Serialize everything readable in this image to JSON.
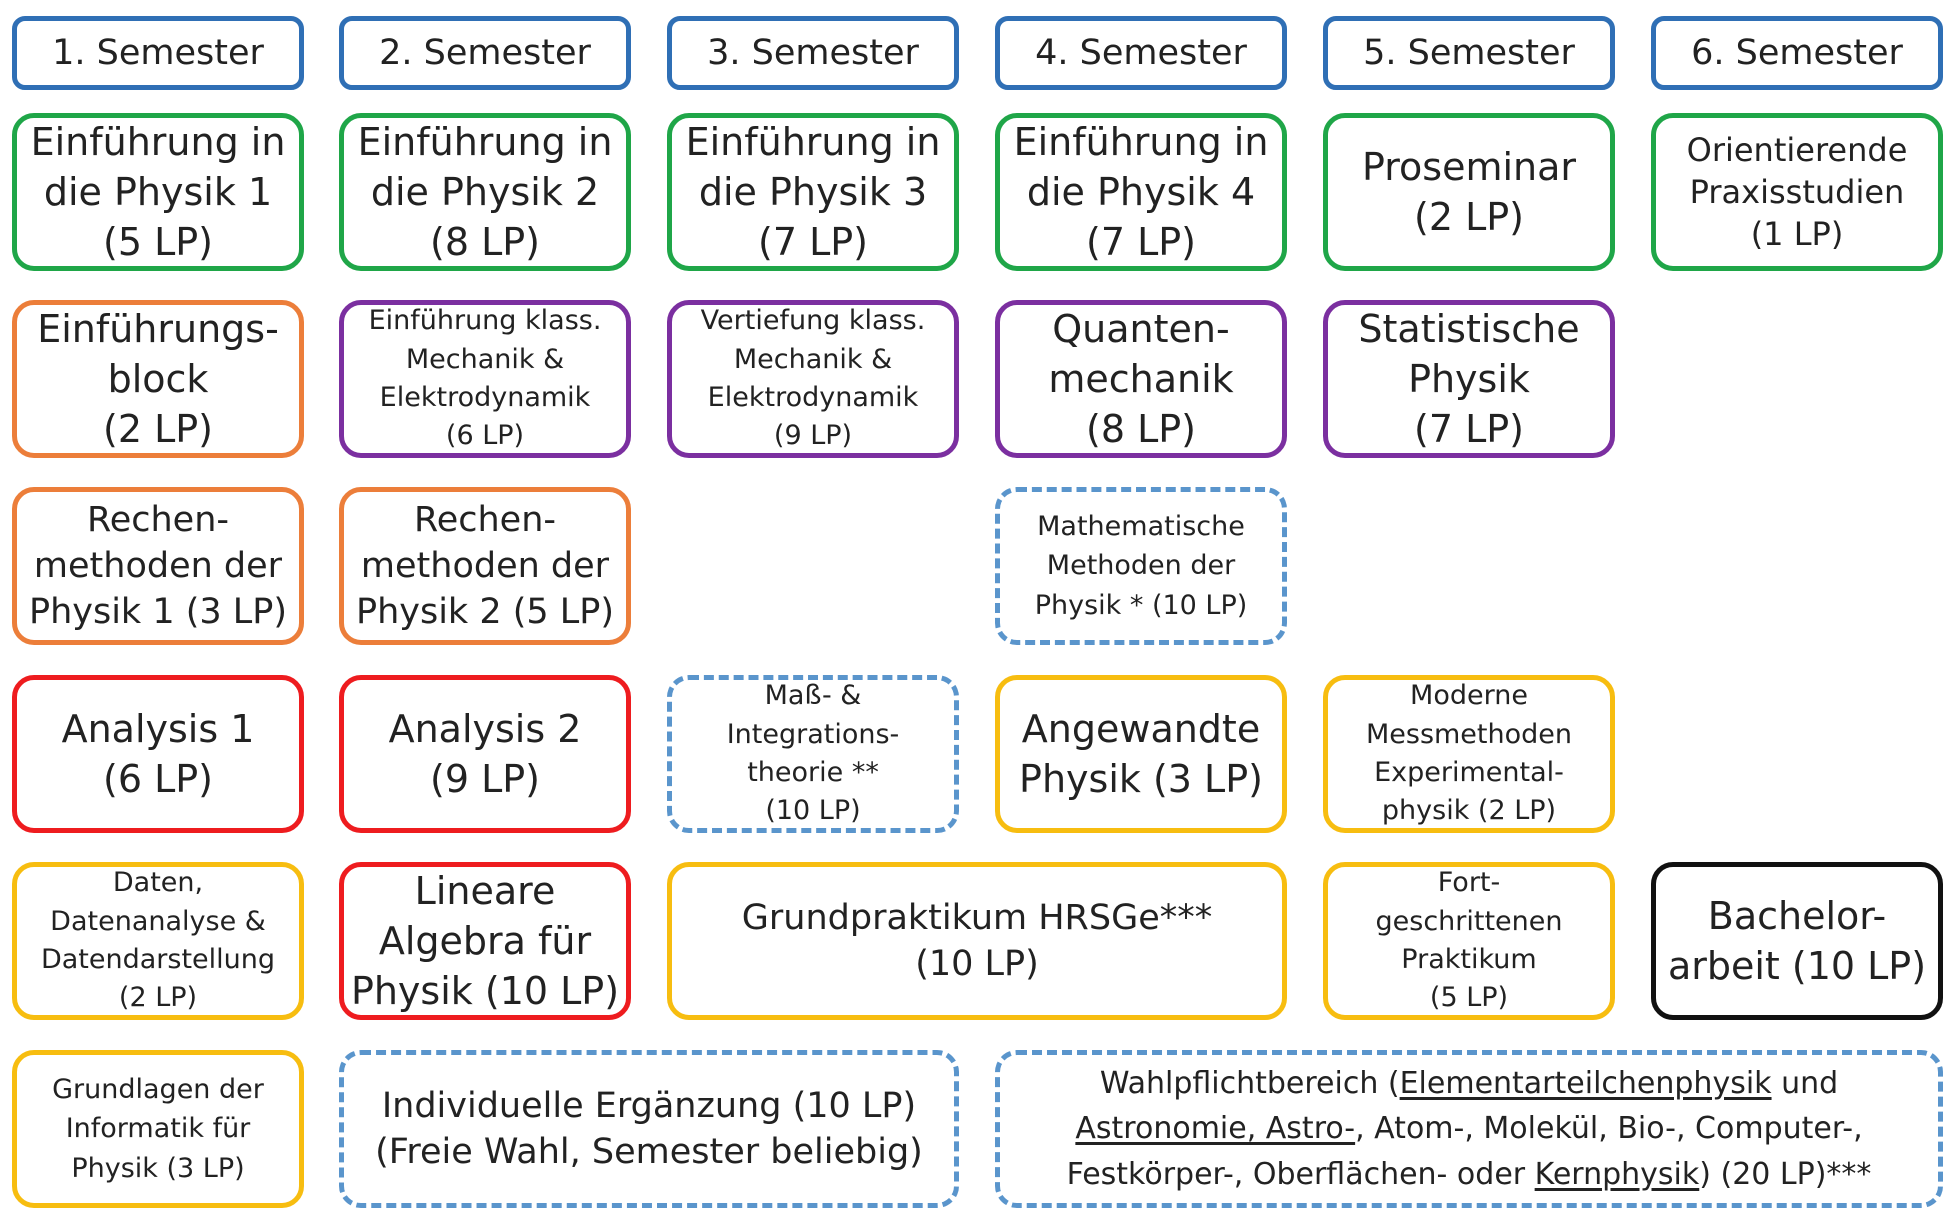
{
  "headers": [
    "1. Semester",
    "2. Semester",
    "3. Semester",
    "4. Semester",
    "5. Semester",
    "6. Semester"
  ],
  "modules": {
    "ep1": [
      "Einführung in",
      "die Physik 1",
      "(5 LP)"
    ],
    "ep2": [
      "Einführung in",
      "die Physik 2",
      "(8 LP)"
    ],
    "ep3": [
      "Einführung in",
      "die Physik 3",
      "(7 LP)"
    ],
    "ep4": [
      "Einführung in",
      "die Physik 4",
      "(7 LP)"
    ],
    "proseminar": [
      "Proseminar",
      "(2 LP)"
    ],
    "praxis": [
      "Orientierende",
      "Praxisstudien",
      "(1 LP)"
    ],
    "einfblock": [
      "Einführungs-",
      "block",
      "(2 LP)"
    ],
    "ekme": [
      "Einführung klass.",
      "Mechanik &",
      "Elektrodynamik",
      "(6 LP)"
    ],
    "vkme": [
      "Vertiefung klass.",
      "Mechanik &",
      "Elektrodynamik",
      "(9 LP)"
    ],
    "qm": [
      "Quanten-",
      "mechanik",
      "(8 LP)"
    ],
    "stat": [
      "Statistische",
      "Physik",
      "(7 LP)"
    ],
    "rm1": [
      "Rechen-",
      "methoden der",
      "Physik 1 (3 LP)"
    ],
    "rm2": [
      "Rechen-",
      "methoden der",
      "Physik 2 (5 LP)"
    ],
    "mmp": [
      "Mathematische",
      "Methoden der",
      "Physik * (10 LP)"
    ],
    "ana1": [
      "Analysis 1",
      "(6 LP)"
    ],
    "ana2": [
      "Analysis 2",
      "(9 LP)"
    ],
    "mass": [
      "Maß- &",
      "Integrations-",
      "theorie **",
      "(10 LP)"
    ],
    "angew": [
      "Angewandte",
      "Physik (3 LP)"
    ],
    "mess": [
      "Moderne",
      "Messmethoden",
      "Experimental-",
      "physik (2 LP)"
    ],
    "daten": [
      "Daten,",
      "Datenanalyse &",
      "Datendarstellung",
      "(2 LP)"
    ],
    "linalg": [
      "Lineare",
      "Algebra für",
      "Physik (10 LP)"
    ],
    "gp": [
      "Grundpraktikum HRSGe***",
      "(10 LP)"
    ],
    "fp": [
      "Fort-",
      "geschrittenen",
      "Praktikum",
      "(5 LP)"
    ],
    "ba": [
      "Bachelor-",
      "arbeit (10 LP)"
    ],
    "info": [
      "Grundlagen der",
      "Informatik für",
      "Physik (3 LP)"
    ],
    "indiv": [
      "Individuelle Ergänzung (10 LP)",
      "(Freie Wahl, Semester beliebig)"
    ]
  },
  "wahl": {
    "t1": "Wahlpflichtbereich (",
    "u1": "Elementarteilchenphysik",
    "t2": " und",
    "u2": "Astronomie, Astro-",
    "t3": ", Atom-, Molekül, Bio-, Computer-,",
    "t4": "Festkörper-, Oberflächen- oder ",
    "u3": "Kernphysik",
    "t5": ") (20 LP)***"
  }
}
